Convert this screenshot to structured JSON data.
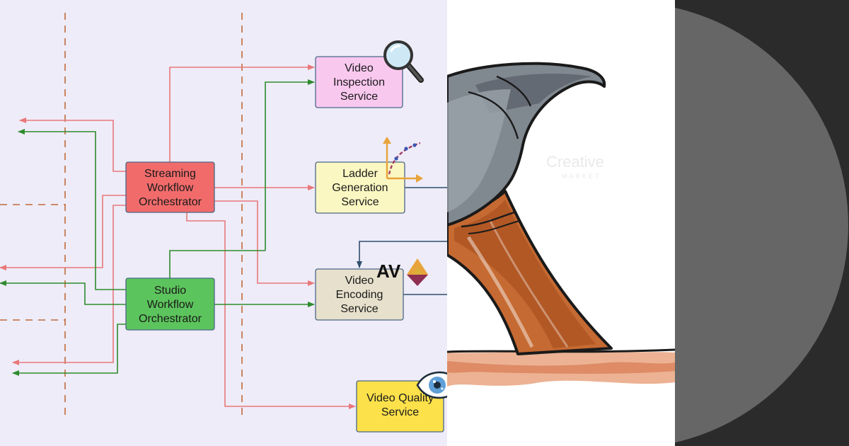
{
  "diagram": {
    "colors": {
      "background": "#eeecf8",
      "streaming_edge": "#e8787a",
      "studio_edge": "#2e8b2e",
      "output_edge": "#2f4f6f",
      "divider": "#c06a3a"
    },
    "nodes": {
      "streaming_orchestrator": {
        "lines": [
          "Streaming",
          "Workflow",
          "Orchestrator"
        ],
        "fill": "#f26b6b"
      },
      "studio_orchestrator": {
        "lines": [
          "Studio",
          "Workflow",
          "Orchestrator"
        ],
        "fill": "#5cc45c"
      },
      "inspection_service": {
        "lines": [
          "Video",
          "Inspection",
          "Service"
        ],
        "fill": "#f9c8ef"
      },
      "ladder_service": {
        "lines": [
          "Ladder",
          "Generation",
          "Service"
        ],
        "fill": "#fbf7c2"
      },
      "encoding_service": {
        "lines": [
          "Video",
          "Encoding",
          "Service"
        ],
        "fill": "#e7e0cc"
      },
      "quality_service": {
        "lines": [
          "Video Quality",
          "Service"
        ],
        "fill": "#fde14a"
      }
    },
    "icons": {
      "inspection": "magnifying-glass-icon",
      "ladder": "ladder-curve-icon",
      "encoding": "av1-logo-icon",
      "quality": "eye-icon"
    },
    "av1_logo_text": "AV"
  },
  "illustration": {
    "icon": "hammer-icon",
    "watermark": "Creative",
    "watermark_sub": "MARKET"
  }
}
